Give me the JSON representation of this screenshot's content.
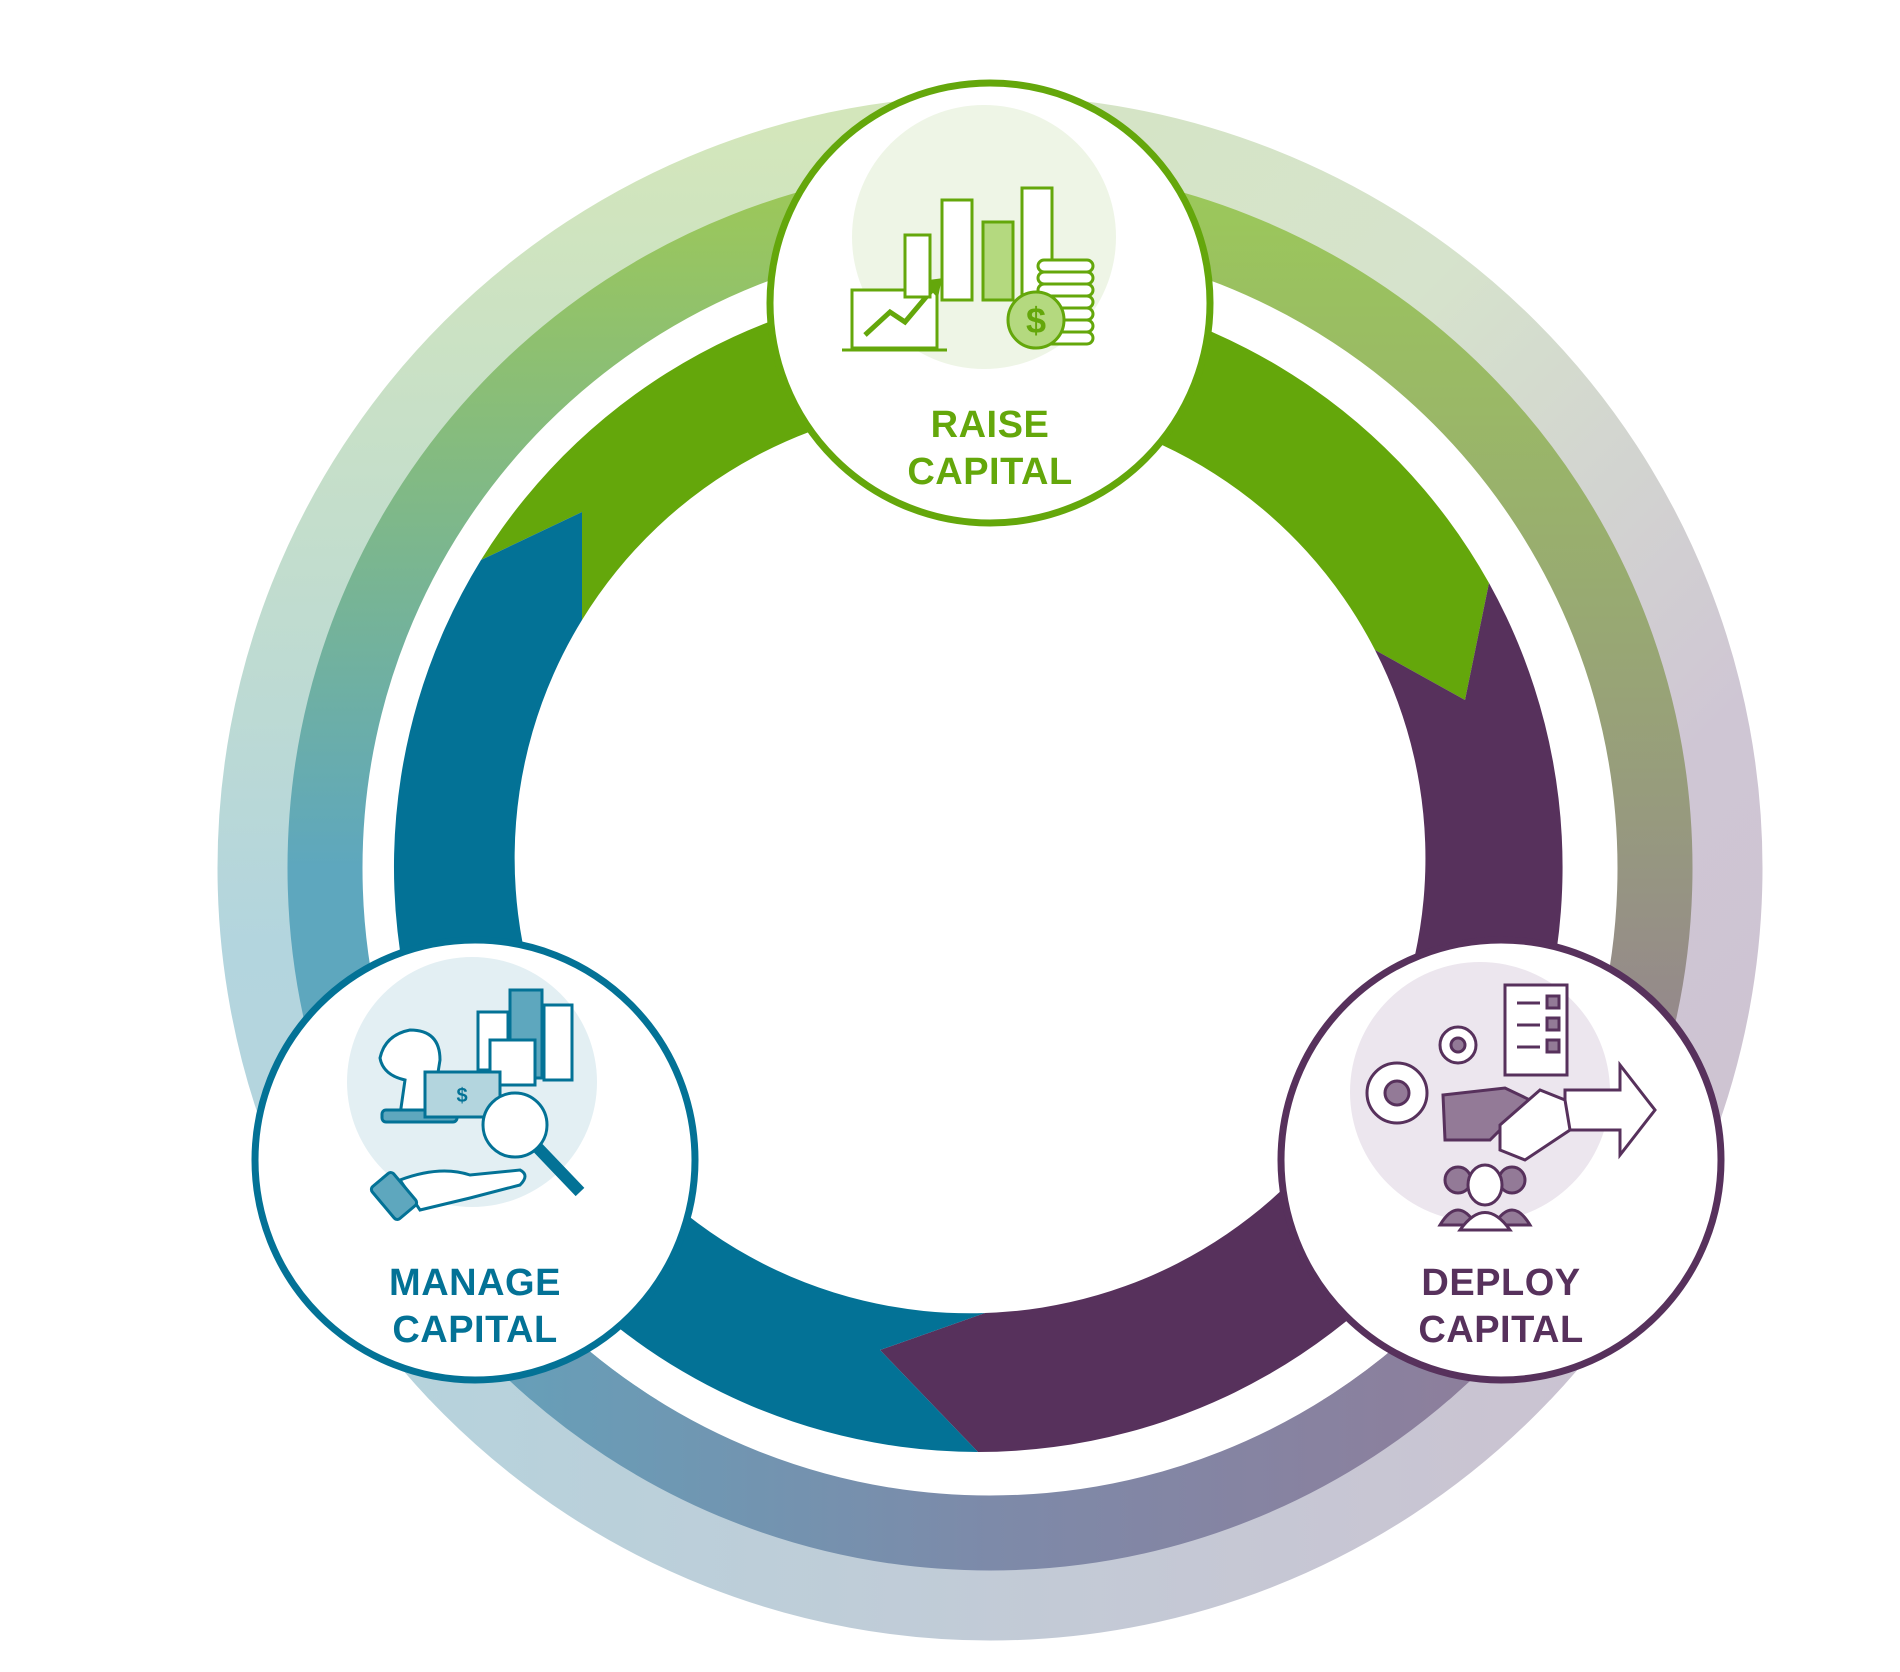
{
  "colors": {
    "green": "#64a70b",
    "green_mid": "#9bc75b",
    "green_light": "#d3e6bb",
    "purple": "#57315c",
    "purple_mid": "#937a97",
    "purple_light": "#cdc1d0",
    "blue": "#037296",
    "blue_mid": "#5ea7be",
    "blue_light": "#b3d5de",
    "icon_bg_green": "#eef5e6",
    "icon_bg_purple": "#ece6ee",
    "icon_bg_blue": "#e3eff3"
  },
  "nodes": [
    {
      "id": "raise",
      "line1": "RAISE",
      "line2": "CAPITAL",
      "icon": "growth-chart-coins-icon"
    },
    {
      "id": "deploy",
      "line1": "DEPLOY",
      "line2": "CAPITAL",
      "icon": "handshake-gears-icon"
    },
    {
      "id": "manage",
      "line1": "MANAGE",
      "line2": "CAPITAL",
      "icon": "strategy-money-magnifier-icon"
    }
  ]
}
